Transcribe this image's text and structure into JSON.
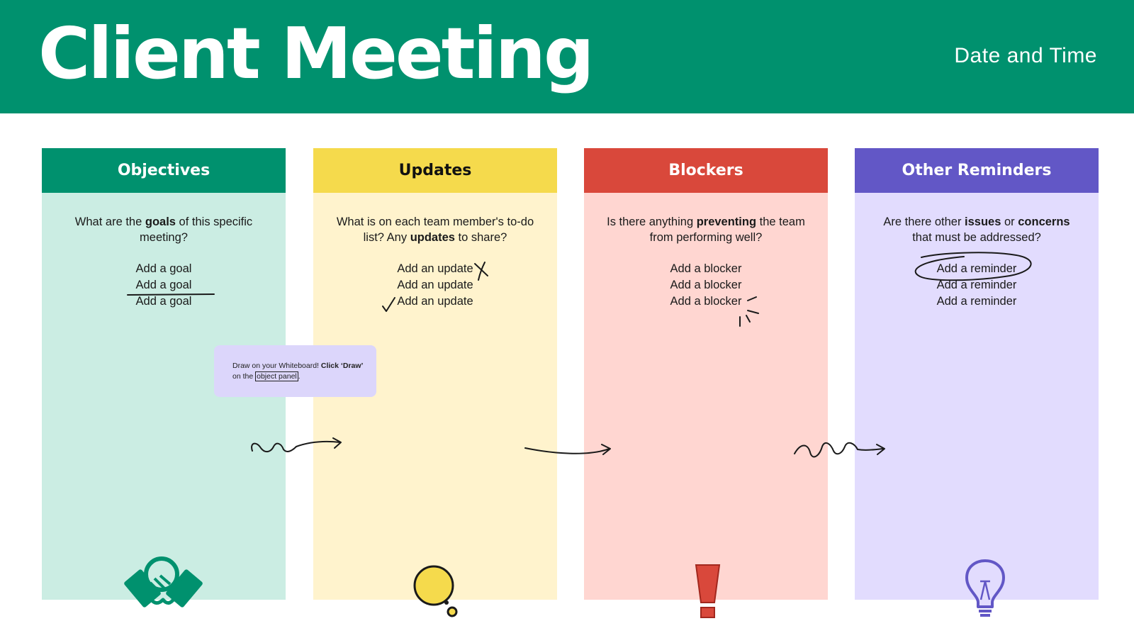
{
  "header": {
    "title": "Client Meeting",
    "datetime": "Date and Time",
    "background": "#00916e"
  },
  "columns": [
    {
      "title": "Objectives",
      "question_parts": [
        "What are the ",
        "goals",
        " of this specific meeting?"
      ],
      "items": [
        "Add a goal",
        "Add a goal",
        "Add a goal"
      ],
      "icon": "handshake-icon",
      "accent": "#00916e",
      "background": "#cbede3"
    },
    {
      "title": "Updates",
      "question_parts": [
        "What is on each team member's to-do list? Any ",
        "updates",
        " to share?"
      ],
      "items": [
        "Add an update",
        "Add an update",
        "Add an update"
      ],
      "icon": "speech-bubble-icon",
      "accent": "#f5da4c",
      "background": "#fff3cd"
    },
    {
      "title": "Blockers",
      "question_parts": [
        "Is there anything ",
        "preventing",
        " the team from performing well?"
      ],
      "items": [
        "Add a blocker",
        "Add a blocker",
        "Add a blocker"
      ],
      "icon": "exclamation-icon",
      "accent": "#d9483b",
      "background": "#ffd6d1"
    },
    {
      "title": "Other Reminders",
      "question_parts": [
        "Are there other ",
        "issues",
        " or ",
        "concerns",
        " that must be addressed?"
      ],
      "items": [
        "Add a reminder",
        "Add a reminder",
        "Add a reminder"
      ],
      "icon": "lightbulb-icon",
      "accent": "#6257c6",
      "background": "#e2dcfe"
    }
  ],
  "tip": {
    "part1": "Draw on your Whiteboard! ",
    "bold1": "Click ‘Draw’",
    "part2": " on the ",
    "boxed": "object panel",
    "part3": "."
  }
}
